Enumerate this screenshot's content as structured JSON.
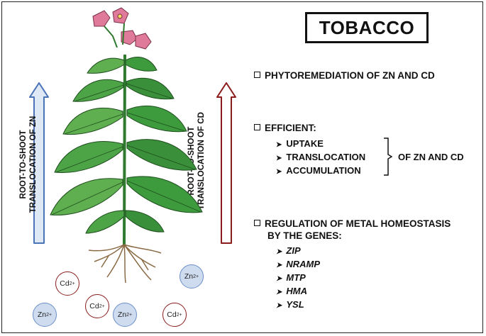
{
  "title": "TOBACCO",
  "left_arrow_label": [
    "ROOT-TO-SHOOT",
    "TRANSLOCATION OF ZN"
  ],
  "right_arrow_label": [
    "ROOT-TO-SHOOT",
    "TRANSLOCATION OF CD"
  ],
  "bullet1": "PHYTOREMEDIATION OF ZN AND CD",
  "bullet2": "EFFICIENT:",
  "efficient_items": [
    "UPTAKE",
    "TRANSLOCATION",
    "ACCUMULATION"
  ],
  "efficient_suffix": "OF ZN AND CD",
  "bullet3_line1": "REGULATION OF METAL HOMEOSTASIS",
  "bullet3_line2": "BY THE GENES:",
  "genes": [
    "ZIP",
    "NRAMP",
    "MTP",
    "HMA",
    "YSL"
  ],
  "ions": [
    {
      "symbol": "Cd",
      "charge": "2+"
    },
    {
      "symbol": "Zn",
      "charge": "2+"
    },
    {
      "symbol": "Zn",
      "charge": "2+"
    },
    {
      "symbol": "Cd",
      "charge": "2+"
    },
    {
      "symbol": "Zn",
      "charge": "2+"
    },
    {
      "symbol": "Cd",
      "charge": "2+"
    }
  ],
  "colors": {
    "zn_arrow": "#4a73b8",
    "zn_fill": "#dfe8f5",
    "cd_arrow": "#8a1c1c",
    "leaf": "#3d9a3d",
    "flower": "#e07a9a"
  }
}
